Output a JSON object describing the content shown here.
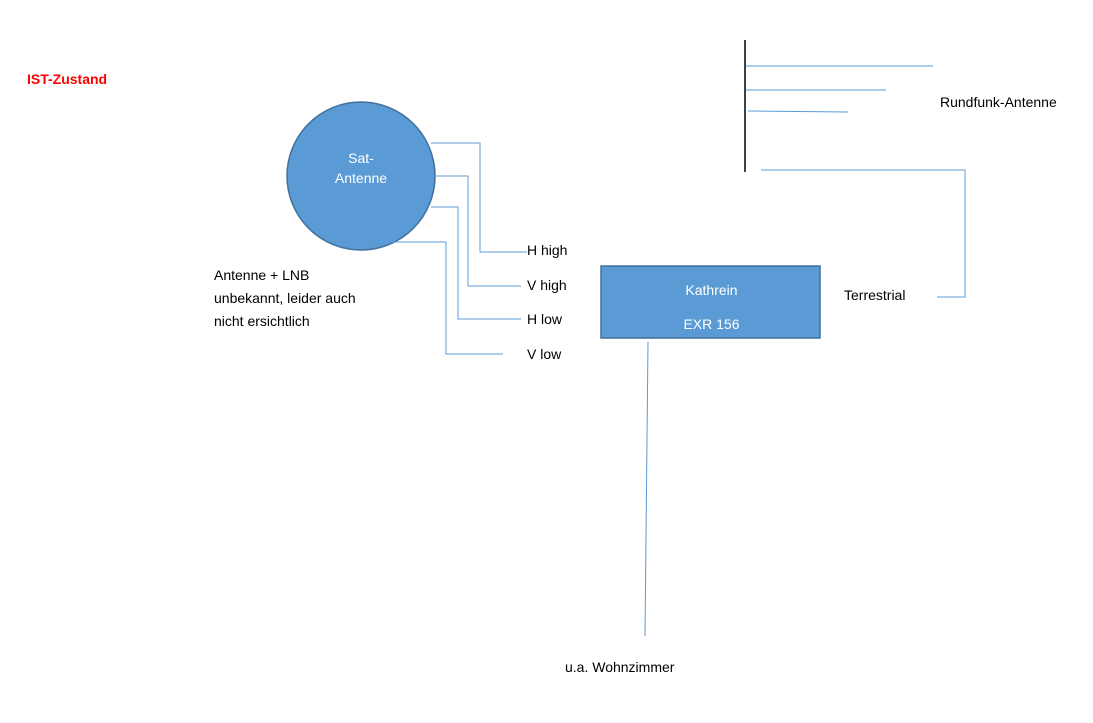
{
  "title": "IST-Zustand",
  "sat_antenna": {
    "line1": "Sat-",
    "line2": "Antenne"
  },
  "antenna_note": [
    "Antenne + LNB",
    "unbekannt, leider auch",
    "nicht ersichtlich"
  ],
  "lnb_outputs": [
    "H high",
    "V high",
    "H low",
    "V low"
  ],
  "receiver": {
    "line1": "Kathrein",
    "line2": "EXR 156"
  },
  "radio_antenna_label": "Rundfunk-Antenne",
  "terrestrial_label": "Terrestrial",
  "output_label": "u.a. Wohnzimmer",
  "colors": {
    "shape_fill": "#5b9bd5",
    "shape_stroke": "#41719c",
    "line": "#5b9bd5",
    "title": "#ff0000",
    "antenna_mast": "#000000"
  }
}
